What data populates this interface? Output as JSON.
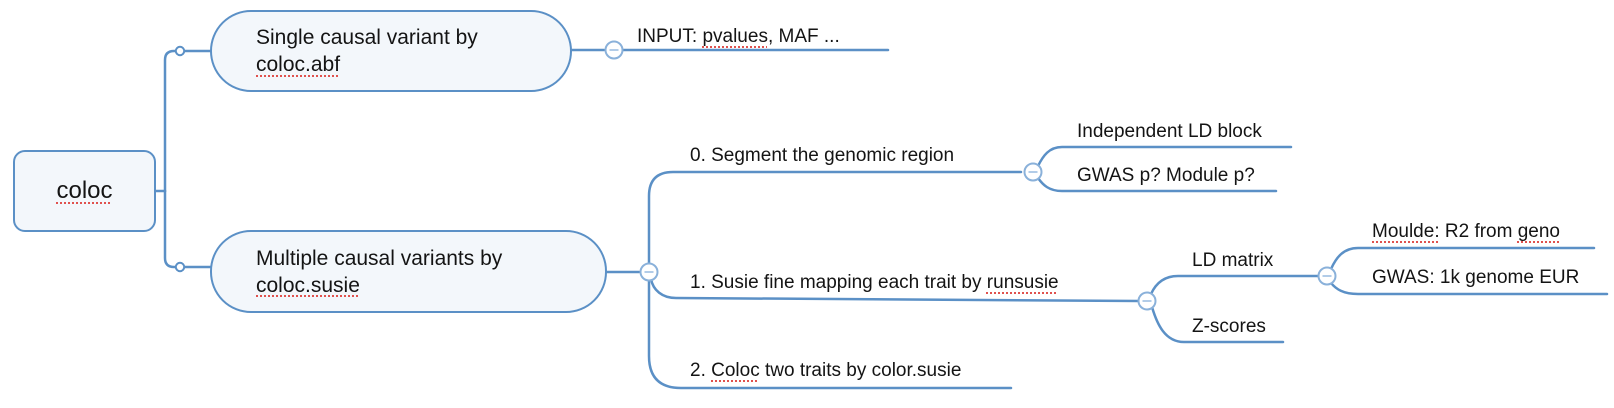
{
  "app": {
    "view": "mind-map-canvas"
  },
  "colors": {
    "connector_blue": "#5b90c6",
    "node_fill": "#f3f7fb",
    "node_border": "#5b90c6",
    "text": "#141414",
    "spellcheck_red": "#e0524e",
    "background": "#ffffff"
  },
  "controls": {
    "collapse_symbol": "−"
  },
  "mindmap": {
    "root": {
      "text": "coloc",
      "spell_flagged": true
    },
    "branches": [
      {
        "title": {
          "line1": "Single causal variant by",
          "line2": "coloc.abf"
        },
        "children": [
          {
            "segments": [
              {
                "t": "INPUT: "
              },
              {
                "t": "pvalues",
                "spell": true
              },
              {
                "t": ", MAF ..."
              }
            ]
          }
        ]
      },
      {
        "title": {
          "line1": "Multiple causal variants by",
          "line2": "coloc.susie"
        },
        "children": [
          {
            "text": "0. Segment the genomic region",
            "children": [
              {
                "text": "Independent LD block"
              },
              {
                "text": "GWAS p? Module p?"
              }
            ]
          },
          {
            "segments": [
              {
                "t": "1. Susie fine mapping each trait by "
              },
              {
                "t": "runsusie",
                "spell": true
              }
            ],
            "children": [
              {
                "text": "LD matrix",
                "children": [
                  {
                    "segments": [
                      {
                        "t": "Moulde:",
                        "spell": true
                      },
                      {
                        "t": " R2 from "
                      },
                      {
                        "t": "geno",
                        "spell": true
                      }
                    ]
                  },
                  {
                    "text": "GWAS: 1k genome EUR"
                  }
                ]
              },
              {
                "text": "Z-scores"
              }
            ]
          },
          {
            "segments": [
              {
                "t": "2. "
              },
              {
                "t": "Coloc",
                "spell": true
              },
              {
                "t": " two traits by color.susie"
              }
            ]
          }
        ]
      }
    ]
  }
}
